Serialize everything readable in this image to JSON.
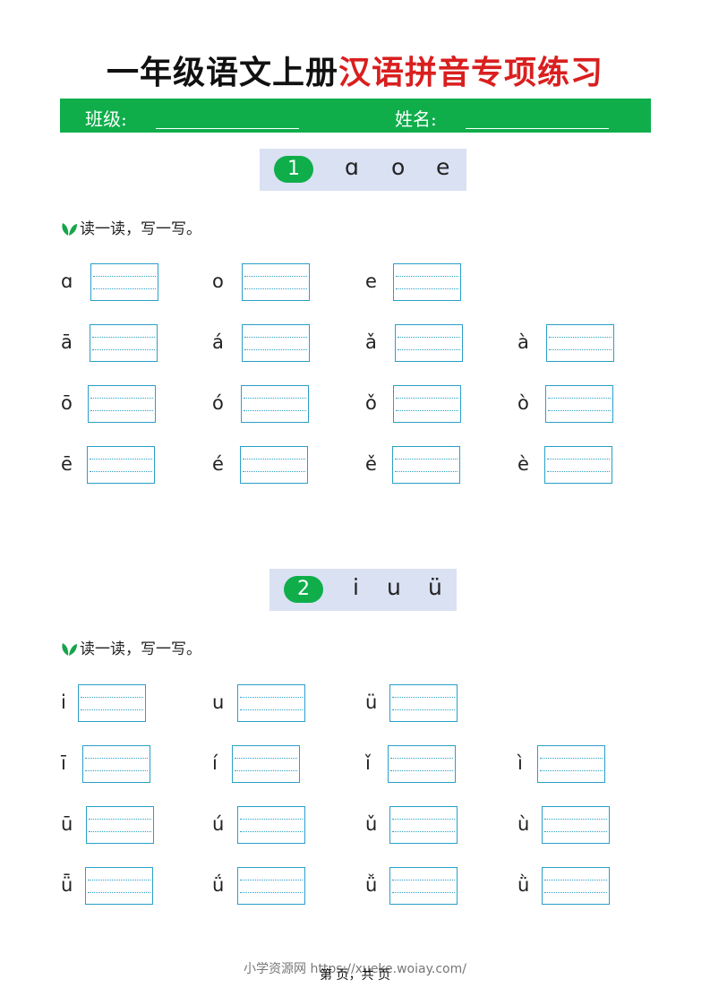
{
  "title": {
    "part1": "一年级语文上册",
    "part2": "汉语拼音专项练习"
  },
  "header_bar": {
    "class_label": "班级:",
    "name_label": "姓名:"
  },
  "sections": [
    {
      "number": "1",
      "vowels": [
        "ɑ",
        "o",
        "e"
      ],
      "instruction": "读一读，写一写。",
      "rows": [
        [
          "ɑ",
          "o",
          "e"
        ],
        [
          "ā",
          "á",
          "ǎ",
          "à"
        ],
        [
          "ō",
          "ó",
          "ǒ",
          "ò"
        ],
        [
          "ē",
          "é",
          "ě",
          "è"
        ]
      ]
    },
    {
      "number": "2",
      "vowels": [
        "i",
        "u",
        "ü"
      ],
      "instruction": "读一读，写一写。",
      "rows": [
        [
          "i",
          "u",
          "ü"
        ],
        [
          "ī",
          "í",
          "ǐ",
          "ì"
        ],
        [
          "ū",
          "ú",
          "ǔ",
          "ù"
        ],
        [
          "ǖ",
          "ǘ",
          "ǚ",
          "ǜ"
        ]
      ]
    }
  ],
  "footer": {
    "source": "小学资源网 https://xueke.woiay.com/",
    "page_text": "第  页，共  页"
  },
  "colors": {
    "accent_green": "#0fae4b",
    "title_red": "#d91f1f",
    "box_blue": "#2a9fc7",
    "section_bg": "#d9e1f2"
  }
}
